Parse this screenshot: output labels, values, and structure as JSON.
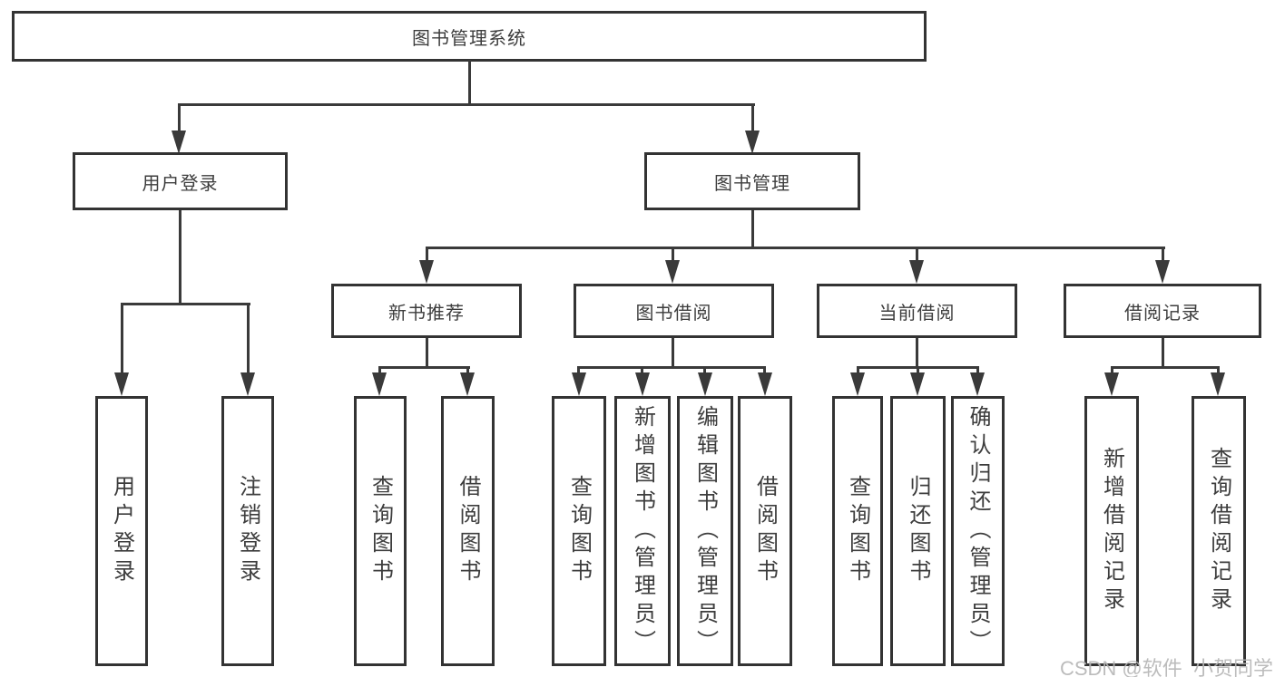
{
  "diagram": {
    "type": "functional-decomposition-tree",
    "colors": {
      "border": "#333333",
      "line": "#3a3a3a",
      "text": "#3d3d3d",
      "background": "#ffffff",
      "watermark": "#b5b5b5"
    }
  },
  "tree": {
    "label": "图书管理系统",
    "children": [
      {
        "label": "用户登录",
        "children": [
          {
            "label": "用户登录"
          },
          {
            "label": "注销登录"
          }
        ]
      },
      {
        "label": "图书管理",
        "children": [
          {
            "label": "新书推荐",
            "children": [
              {
                "label": "查询图书"
              },
              {
                "label": "借阅图书"
              }
            ]
          },
          {
            "label": "图书借阅",
            "children": [
              {
                "label": "查询图书"
              },
              {
                "label": "新增图书（管理员）"
              },
              {
                "label": "编辑图书（管理员）"
              },
              {
                "label": "借阅图书"
              }
            ]
          },
          {
            "label": "当前借阅",
            "children": [
              {
                "label": "查询图书"
              },
              {
                "label": "归还图书"
              },
              {
                "label": "确认归还（管理员）"
              }
            ]
          },
          {
            "label": "借阅记录",
            "children": [
              {
                "label": "新增借阅记录"
              },
              {
                "label": "查询借阅记录"
              }
            ]
          }
        ]
      }
    ]
  },
  "watermark": {
    "text": "CSDN @软件_小贺同学"
  }
}
